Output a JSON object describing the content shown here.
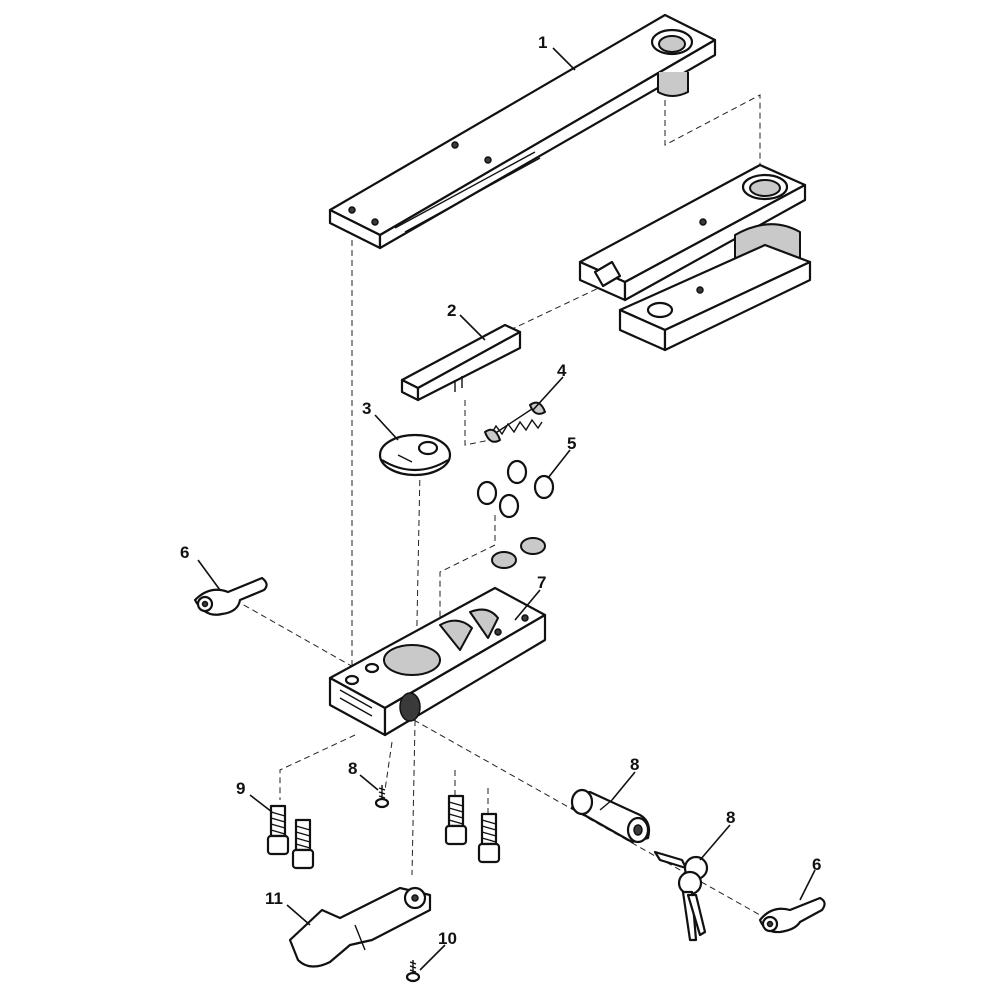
{
  "callouts": {
    "c1": "1",
    "c2": "2",
    "c3": "3",
    "c4": "4",
    "c5": "5",
    "c6_left": "6",
    "c6_right": "6",
    "c7": "7",
    "c8_small_screw": "8",
    "c8_cylinder": "8",
    "c8_key": "8",
    "c9": "9",
    "c10": "10",
    "c11": "11"
  }
}
